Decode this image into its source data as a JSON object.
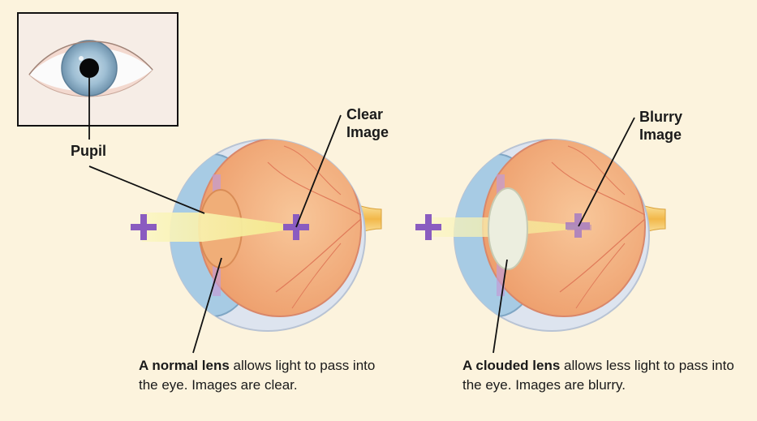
{
  "labels": {
    "pupil": "Pupil",
    "clear_image_line1": "Clear",
    "clear_image_line2": "Image",
    "blurry_image_line1": "Blurry",
    "blurry_image_line2": "Image"
  },
  "captions": {
    "normal": {
      "bold": "A normal lens",
      "rest": " allows light to pass into the eye. Images are clear."
    },
    "clouded": {
      "bold": "A clouded lens",
      "rest": " allows less light to pass into the eye. Images are blurry."
    }
  },
  "colors": {
    "background": "#fcf3dd",
    "plus_marker": "#8a5cc0",
    "light_beam": "#f6ee9a",
    "retina": "#f2b07e",
    "cornea": "#a9cde6",
    "sclera": "#dfe6f0",
    "normal_lens": "#efb07a",
    "clouded_lens": "#e8ecdc",
    "optic_nerve": "#f6c84a"
  }
}
